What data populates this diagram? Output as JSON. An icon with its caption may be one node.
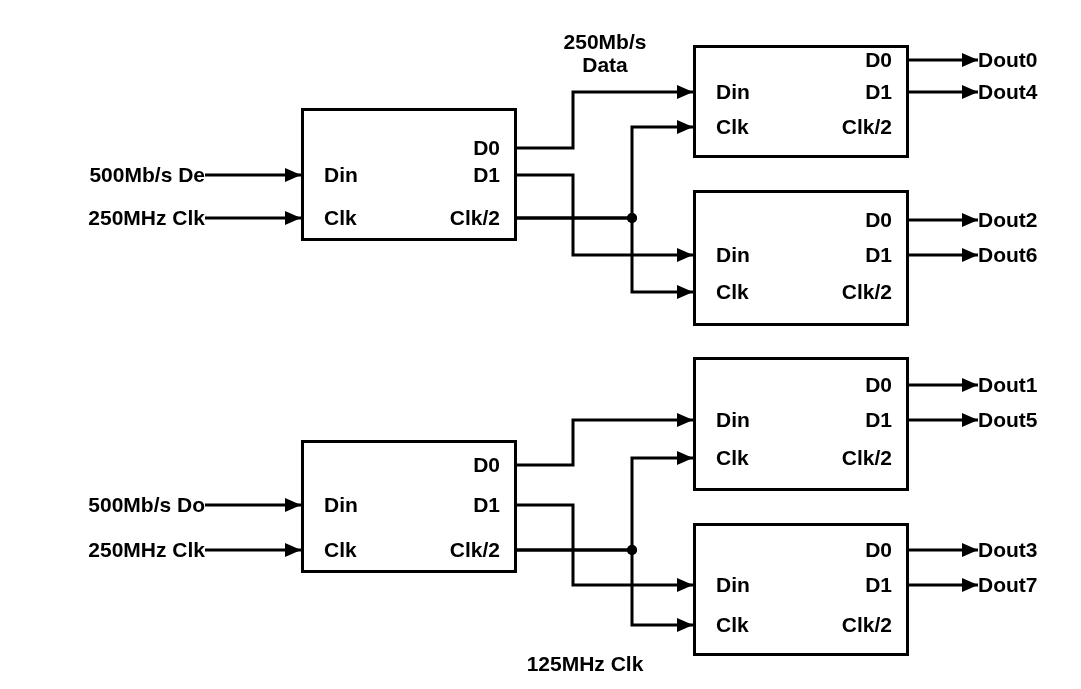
{
  "diagram": {
    "nodes": [
      {
        "text": [
          "D0",
          "Din",
          "D1",
          "Clk",
          "Clk/2"
        ]
      },
      {
        "text": [
          "Dout0"
        ]
      },
      {
        "text": [
          "Dout4"
        ]
      },
      {
        "text": [
          "500Mb/s De"
        ]
      },
      {
        "text": [
          "250MHz Clk"
        ]
      },
      {
        "text": [
          "D0",
          "Din",
          "D1",
          "Clk",
          "Clk/2"
        ]
      },
      {
        "text": [
          "D0",
          "Din",
          "D1",
          "Clk",
          "Clk/2"
        ]
      },
      {
        "text": [
          "Dout2"
        ]
      },
      {
        "text": [
          "Dout6"
        ]
      },
      {
        "text": [
          "D0",
          "Din",
          "D1",
          "Clk",
          "Clk/2"
        ]
      },
      {
        "text": [
          "Dout1"
        ]
      },
      {
        "text": [
          "Dout5"
        ]
      },
      {
        "text": [
          "500Mb/s Do"
        ]
      },
      {
        "text": [
          "250MHz Clk"
        ]
      },
      {
        "text": [
          "D0",
          "Din",
          "D1",
          "Clk",
          "Clk/2"
        ]
      },
      {
        "text": [
          "D0",
          "Din",
          "D1",
          "Clk",
          "Clk/2"
        ]
      },
      {
        "text": [
          "Dout3"
        ]
      },
      {
        "text": [
          "Dout7"
        ]
      }
    ],
    "edges": [
      {
        "from": 3,
        "to": 5,
        "arrow": "to"
      },
      {
        "from": 4,
        "to": 5,
        "arrow": "to"
      },
      {
        "from": 5,
        "to": 0,
        "arrow": "to"
      },
      {
        "from": 5,
        "to": 0,
        "arrow": "to"
      },
      {
        "from": 5,
        "to": 6,
        "arrow": "to"
      },
      {
        "from": 5,
        "to": 6,
        "arrow": "to"
      },
      {
        "from": 0,
        "to": 1,
        "arrow": "to"
      },
      {
        "from": 0,
        "to": 2,
        "arrow": "to"
      },
      {
        "from": 6,
        "to": 7,
        "arrow": "to"
      },
      {
        "from": 6,
        "to": 8,
        "arrow": "to"
      },
      {
        "from": 12,
        "to": 14,
        "arrow": "to"
      },
      {
        "from": 13,
        "to": 14,
        "arrow": "to"
      },
      {
        "from": 14,
        "to": 9,
        "arrow": "to"
      },
      {
        "from": 14,
        "to": 9,
        "arrow": "to"
      },
      {
        "from": 14,
        "to": 15,
        "arrow": "to"
      },
      {
        "from": 14,
        "to": 15,
        "arrow": "to"
      },
      {
        "from": 9,
        "to": 10,
        "arrow": "to"
      },
      {
        "from": 9,
        "to": 11,
        "arrow": "to"
      },
      {
        "from": 15,
        "to": 16,
        "arrow": "to"
      },
      {
        "from": 15,
        "to": 17,
        "arrow": "to"
      }
    ],
    "labels": [
      "250Mb/s Data",
      "125MHz Clk"
    ]
  }
}
